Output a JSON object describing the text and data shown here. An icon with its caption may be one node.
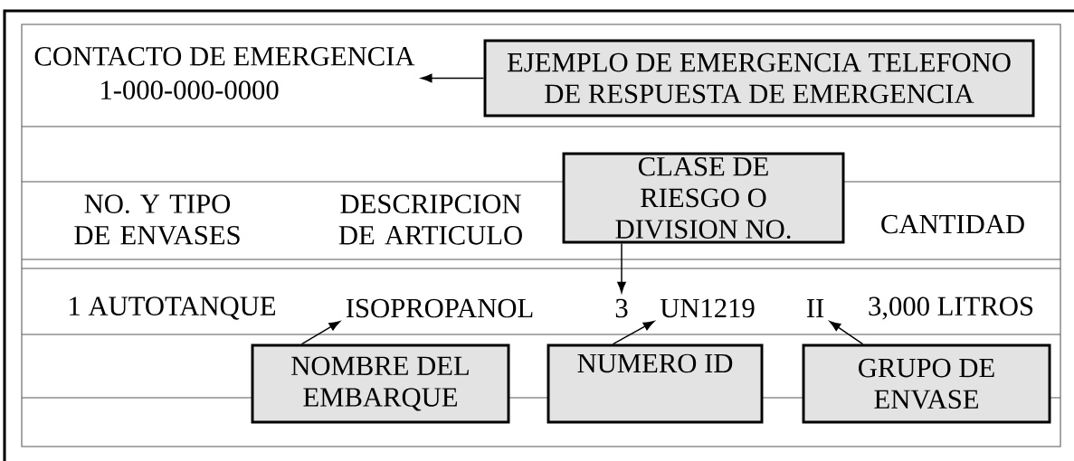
{
  "diagram": {
    "nodes": [
      {
        "text": [
          "CONTACTO DE EMERGENCIA",
          "1-000-000-0000"
        ]
      },
      {
        "text": [
          "EJEMPLO DE EMERGENCIA TELEFONO DE RESPUESTA DE EMERGENCIA"
        ]
      },
      {
        "text": [
          "CLASE DE RIESGO O DIVISION NO."
        ]
      },
      {
        "text": [
          "ISOPROPANOL"
        ]
      },
      {
        "text": [
          "3"
        ]
      },
      {
        "text": [
          "UN1219"
        ]
      },
      {
        "text": [
          "II"
        ]
      },
      {
        "text": [
          "NOMBRE DEL EMBARQUE"
        ]
      },
      {
        "text": [
          "NUMERO ID"
        ]
      },
      {
        "text": [
          "GRUPO DE ENVASE"
        ]
      }
    ],
    "edges": [
      {
        "from": 1,
        "to": 0,
        "arrow": "to"
      },
      {
        "from": 2,
        "to": 4,
        "arrow": "to"
      },
      {
        "from": 7,
        "to": 3,
        "arrow": "to"
      },
      {
        "from": 8,
        "to": 5,
        "arrow": "to"
      },
      {
        "from": 9,
        "to": 6,
        "arrow": "to"
      }
    ],
    "labels": [
      "NO. Y TIPO DE ENVASES",
      "DESCRIPCION DE ARTICULO",
      "CANTIDAD",
      "1 AUTOTANQUE",
      "3,000 LITROS"
    ]
  }
}
